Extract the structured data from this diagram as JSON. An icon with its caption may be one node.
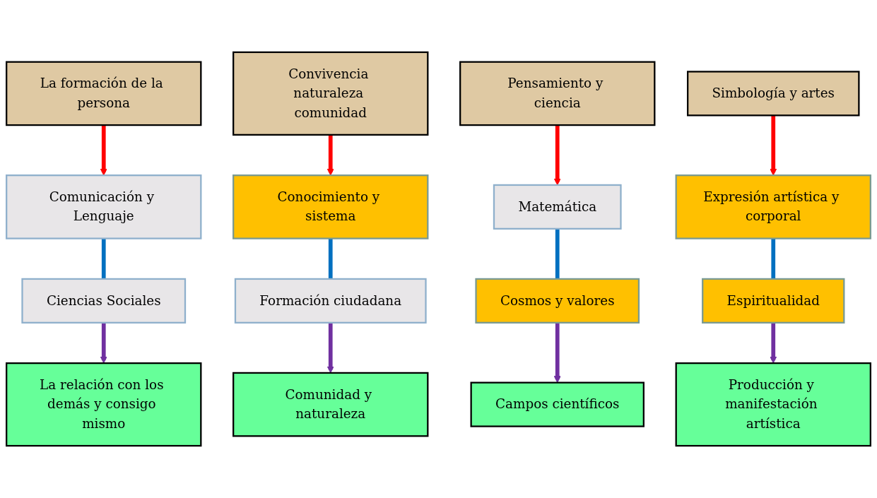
{
  "diagram": {
    "nodes": [
      {
        "text": [
          "La formación de la persona"
        ]
      },
      {
        "text": [
          "Convivencia naturaleza comunidad"
        ]
      },
      {
        "text": [
          "Pensamiento y ciencia"
        ]
      },
      {
        "text": [
          "Simbología y artes"
        ]
      },
      {
        "text": [
          "Comunicación y Lenguaje"
        ]
      },
      {
        "text": [
          "Conocimiento y sistema"
        ]
      },
      {
        "text": [
          "Matemática"
        ]
      },
      {
        "text": [
          "Expresión artística y corporal"
        ]
      },
      {
        "text": [
          "Ciencias Sociales"
        ]
      },
      {
        "text": [
          "Formación ciudadana"
        ]
      },
      {
        "text": [
          "Cosmos y valores"
        ]
      },
      {
        "text": [
          "Espiritualidad"
        ]
      },
      {
        "text": [
          "La relación con los demás y consigo mismo"
        ]
      },
      {
        "text": [
          "Comunidad y naturaleza"
        ]
      },
      {
        "text": [
          "Campos científicos"
        ]
      },
      {
        "text": [
          "Producción y manifestación artística"
        ]
      }
    ],
    "edges": [
      {
        "from": 0,
        "to": 4,
        "arrow": "to",
        "color": "#ff0000"
      },
      {
        "from": 4,
        "to": 8,
        "arrow": "none",
        "color": "#0070c0"
      },
      {
        "from": 8,
        "to": 12,
        "arrow": "to",
        "color": "#7030a0"
      },
      {
        "from": 1,
        "to": 5,
        "arrow": "to",
        "color": "#ff0000"
      },
      {
        "from": 5,
        "to": 9,
        "arrow": "none",
        "color": "#0070c0"
      },
      {
        "from": 9,
        "to": 13,
        "arrow": "to",
        "color": "#7030a0"
      },
      {
        "from": 2,
        "to": 6,
        "arrow": "to",
        "color": "#ff0000"
      },
      {
        "from": 6,
        "to": 10,
        "arrow": "none",
        "color": "#0070c0"
      },
      {
        "from": 10,
        "to": 14,
        "arrow": "to",
        "color": "#7030a0"
      },
      {
        "from": 3,
        "to": 7,
        "arrow": "to",
        "color": "#ff0000"
      },
      {
        "from": 7,
        "to": 11,
        "arrow": "none",
        "color": "#0070c0"
      },
      {
        "from": 11,
        "to": 15,
        "arrow": "to",
        "color": "#7030a0"
      }
    ]
  }
}
